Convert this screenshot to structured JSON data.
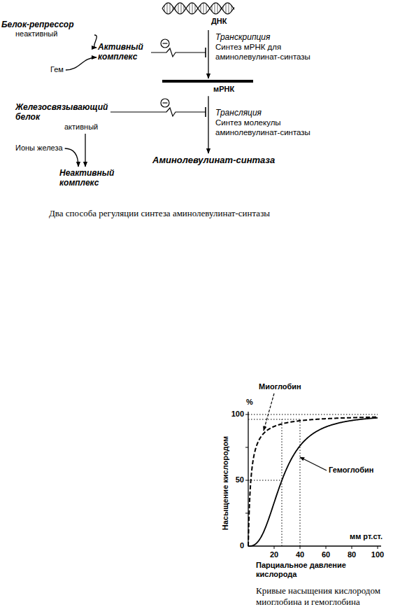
{
  "diagram": {
    "nodes": [
      {
        "text": [
          "Белок-репрессор",
          "неактивный"
        ]
      },
      {
        "text": [
          "Гем"
        ]
      },
      {
        "text": [
          "Активный комплекс"
        ]
      },
      {
        "text": [
          "ДНК"
        ]
      },
      {
        "text": [
          "мРНК"
        ]
      },
      {
        "text": [
          "Железосвязывающий белок",
          "активный"
        ]
      },
      {
        "text": [
          "Ионы железа"
        ]
      },
      {
        "text": [
          "Неактивный комплекс"
        ]
      },
      {
        "text": [
          "Аминолевулинат-синтаза"
        ]
      }
    ],
    "edges": [
      {
        "from": 0,
        "to": 2,
        "arrow": "to"
      },
      {
        "from": 1,
        "to": 2,
        "arrow": "to"
      },
      {
        "from": 3,
        "to": 4,
        "arrow": "to"
      },
      {
        "from": 4,
        "to": 8,
        "arrow": "to"
      },
      {
        "from": 5,
        "to": 7,
        "arrow": "to"
      },
      {
        "from": 6,
        "to": 7,
        "arrow": "to"
      }
    ],
    "labels": [
      "Транскрипция",
      "Синтез мРНК для аминолевулинат-синтазы",
      "Трансляция",
      "Синтез молекулы аминолевулинат-синтазы",
      "Два способа регуляции синтеза аминолевулинат-синтазы",
      "Миоглобин",
      "Гемоглобин",
      "%",
      "100",
      "50",
      "0",
      "мм рт.ст.",
      "20",
      "40",
      "60",
      "80",
      "100",
      "Насыщение кислородом",
      "Парциальное давление кислорода",
      "Кривые насыщения кислородом миоглобина и гемоглобина"
    ]
  }
}
